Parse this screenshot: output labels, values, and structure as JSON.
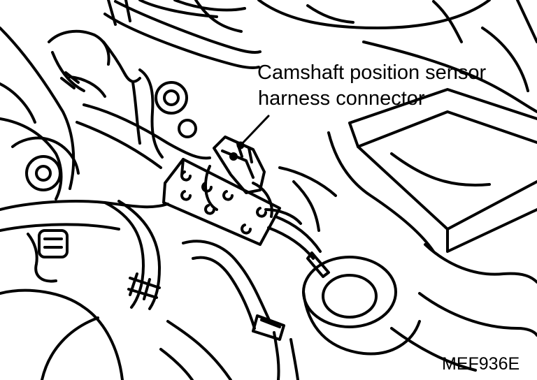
{
  "callout": {
    "line1": "Camshaft position sensor",
    "line2": "harness connector"
  },
  "figure_id": "MEF936E",
  "colors": {
    "ink": "#000000",
    "paper": "#ffffff"
  }
}
